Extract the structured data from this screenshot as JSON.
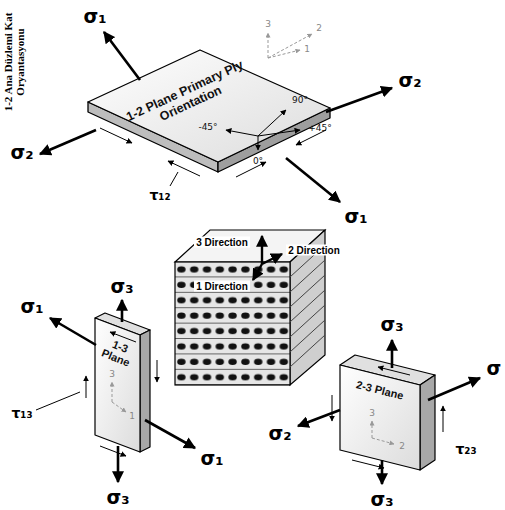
{
  "diagram": {
    "nodes": [
      {
        "text": [
          "1-2 Plane Primary Ply Orientation"
        ]
      },
      {
        "text": [
          "3 Direction",
          "2 Direction",
          "1 Direction"
        ]
      },
      {
        "text": [
          "1-3 Plane"
        ]
      },
      {
        "text": [
          "2-3 Plane"
        ]
      }
    ],
    "labels": [
      "1-2 Ana Düzlemi Kat Oryantasyonu",
      "σ₁",
      "σ₂",
      "σ₂",
      "τ₁₂",
      "σ₁",
      "3",
      "2",
      "1",
      "90°",
      "+45°",
      "-45°",
      "0°",
      "σ₃",
      "σ₁",
      "τ₁₃",
      "σ₁",
      "σ₃",
      "3",
      "1",
      "σ₃",
      "σ",
      "σ₂",
      "τ₂₃",
      "σ₃",
      "3",
      "2"
    ]
  }
}
